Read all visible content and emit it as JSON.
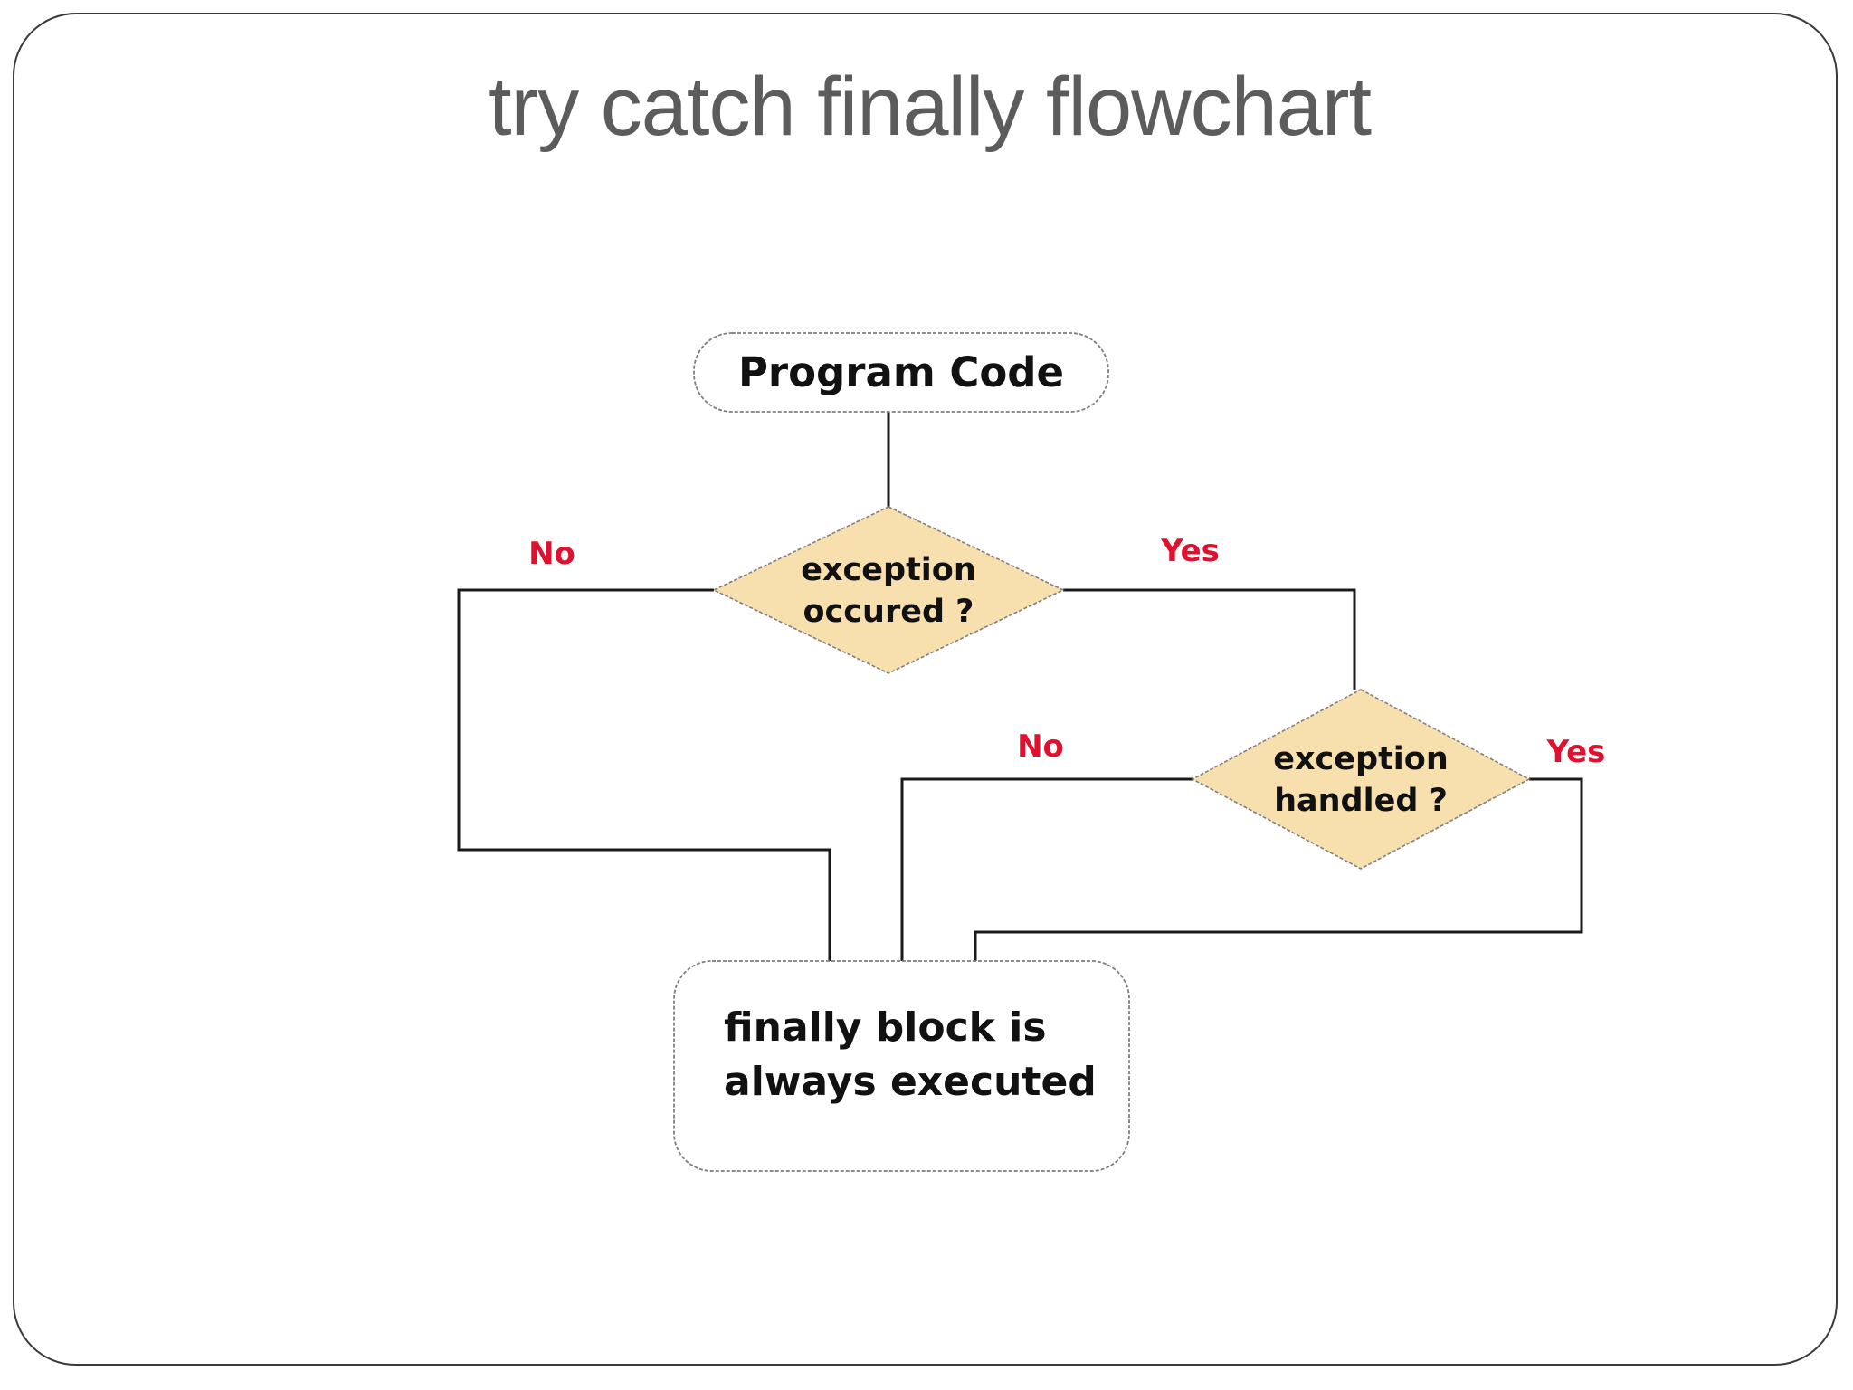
{
  "slide": {
    "title": "try catch finally flowchart"
  },
  "flowchart": {
    "start_label": "Program Code",
    "decision1": {
      "text": "exception\noccured ?",
      "no_label": "No",
      "yes_label": "Yes"
    },
    "decision2": {
      "text": "exception\nhandled ?",
      "no_label": "No",
      "yes_label": "Yes"
    },
    "final_label": "finally block is\nalways executed",
    "colors": {
      "diamond_fill": "#f8dfae",
      "branch_label": "#e0112f",
      "title_text": "#5c5c5c",
      "node_text": "#111111",
      "connector": "#1a1a1a",
      "shape_border": "#7f7f7f"
    }
  }
}
